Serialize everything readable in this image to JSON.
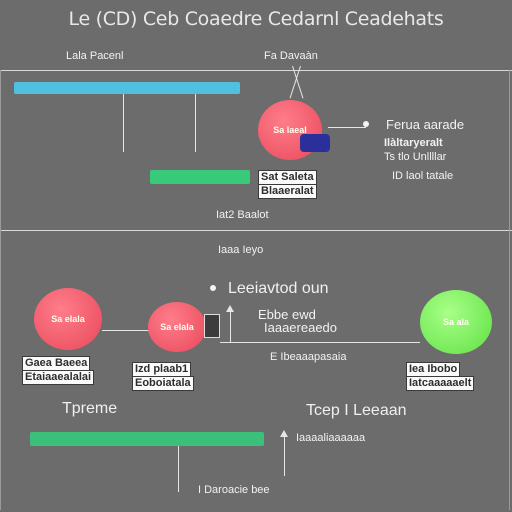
{
  "title": "Le (CD) Ceb Coaedre Cedarnl Ceadehats",
  "top_panel": {
    "left_label": "Lala Pacenl",
    "center_label": "Fa Davaàn",
    "bar_blue_text": "",
    "bar_green_text": "",
    "node_text": "Sa laeal",
    "right_label_1": "Ferua aarade",
    "right_label_2": "Ilàltaryeralt",
    "right_label_3": "Ts tlo Unllllar",
    "right_label_4": "ID laol tatale",
    "left_tag_1": "Sat Saleta",
    "left_tag_2": "Blaaeralat",
    "bottom_label": "Iat2 Baalot",
    "colors": {
      "bar_blue": "#4fc0e0",
      "bar_green": "#38c97a",
      "node": "#ee5364"
    }
  },
  "bottom_panel": {
    "top_label": "Iaaa Ieyo",
    "headline": "Leeiavtod oun",
    "center_label_1": "Ebbe ewd",
    "center_label_2": "Iaaaereaedo",
    "node1_text": "Sa elala",
    "node2_text": "Sa elala",
    "node3_text": "Sa ala",
    "center_tag": "E Ibeaaapasaia",
    "left_tag_1": "Gaea Baeea",
    "left_tag_2": "Etaiaaealalai",
    "mid_tag_1": "Izd plaab1",
    "mid_tag_2": "Eoboiatala",
    "right_tag_1": "Iea Ibobo",
    "right_tag_2": "Iatcaaaaaelt",
    "left_word": "Tpreme",
    "right_word": "Tcep I Leeaan",
    "bar_green_text": "",
    "right_row_text": "Iaaaaliaaaaaa",
    "bottom_label": "I Daroacie bee",
    "colors": {
      "bar_green": "#3ac07a",
      "node_red": "#ee5364",
      "node_green": "#72e84e"
    }
  }
}
